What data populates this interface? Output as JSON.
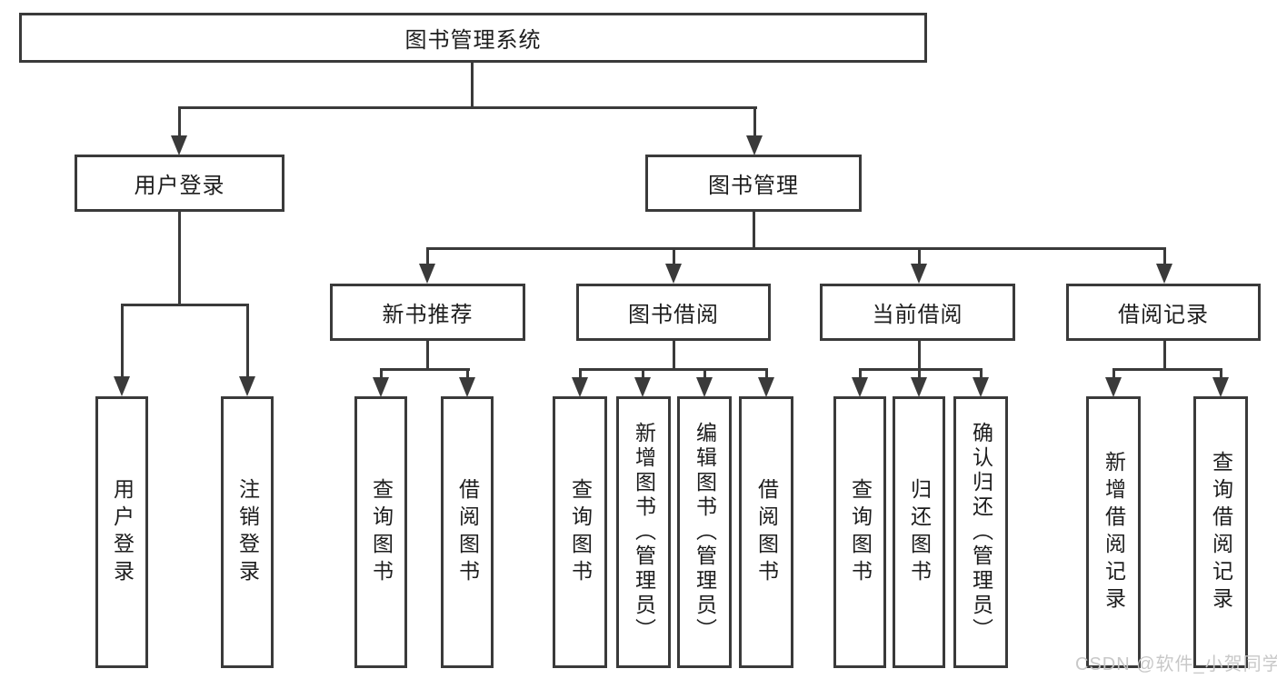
{
  "tree": {
    "root": {
      "label": "图书管理系统"
    },
    "branches": [
      {
        "label": "用户登录",
        "children": [
          {
            "label": "用户登录"
          },
          {
            "label": "注销登录"
          }
        ]
      },
      {
        "label": "图书管理",
        "children": [
          {
            "label": "新书推荐",
            "children": [
              {
                "label": "查询图书"
              },
              {
                "label": "借阅图书"
              }
            ]
          },
          {
            "label": "图书借阅",
            "children": [
              {
                "label": "查询图书"
              },
              {
                "label": "新增图书（管理员）"
              },
              {
                "label": "编辑图书（管理员）"
              },
              {
                "label": "借阅图书"
              }
            ]
          },
          {
            "label": "当前借阅",
            "children": [
              {
                "label": "查询图书"
              },
              {
                "label": "归还图书"
              },
              {
                "label": "确认归还（管理员）"
              }
            ]
          },
          {
            "label": "借阅记录",
            "children": [
              {
                "label": "新增借阅记录"
              },
              {
                "label": "查询借阅记录"
              }
            ]
          }
        ]
      }
    ]
  },
  "watermark": {
    "text": "CSDN @软件_小贺同学"
  },
  "colors": {
    "line": "#3a3a3a",
    "text": "#1d1d1d",
    "background": "#ffffff",
    "watermark": "#c5c5c5"
  }
}
